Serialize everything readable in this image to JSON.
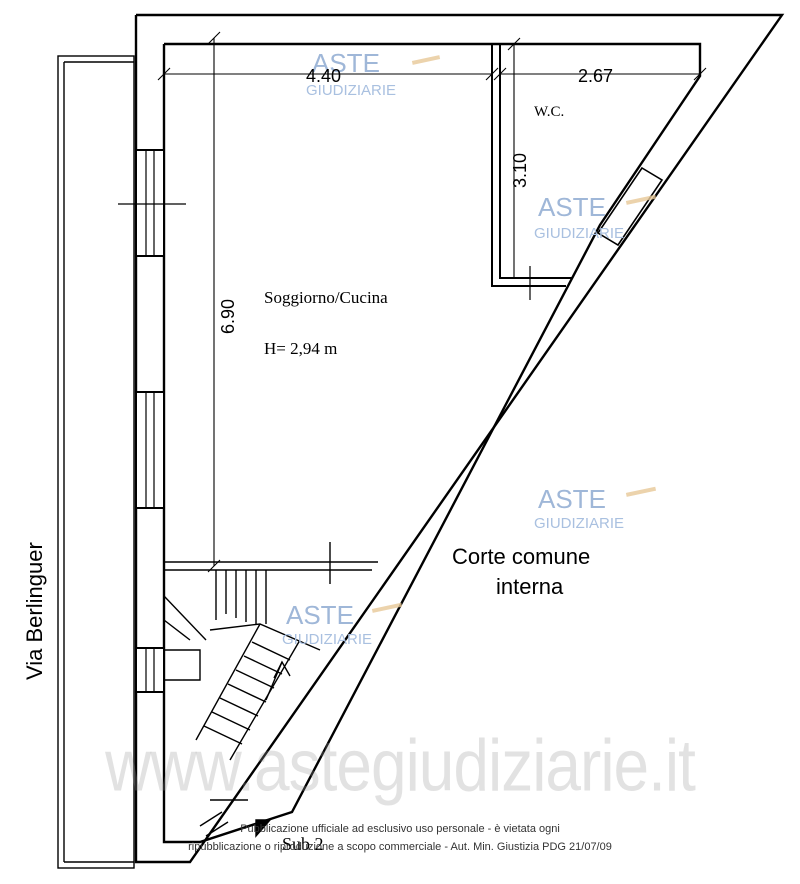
{
  "room": {
    "name": "Soggiorno/Cucina",
    "height": "H= 2,94 m"
  },
  "wc": {
    "name": "W.C."
  },
  "dimensions": {
    "living_width": "4.40",
    "wc_width": "2.67",
    "wc_depth": "3.10",
    "living_depth": "6.90"
  },
  "exterior": {
    "street": "Via Berlinguer",
    "courtyard_line1": "Corte comune",
    "courtyard_line2": "interna"
  },
  "sub_label": "Sub 2",
  "watermark": {
    "brand_top": "ASTE",
    "brand_bottom": "GIUDIZIARIE",
    "url": "www.astegiudiziarie.it"
  },
  "footer": {
    "line1": "Pubblicazione ufficiale ad esclusivo uso personale - è vietata ogni",
    "line2": "ripubblicazione o riproduzione a scopo commerciale - Aut. Min. Giustizia PDG 21/07/09"
  },
  "colors": {
    "walls": "#000000",
    "watermark": "#9fb7d8",
    "watermark_gold": "#e8c898"
  }
}
